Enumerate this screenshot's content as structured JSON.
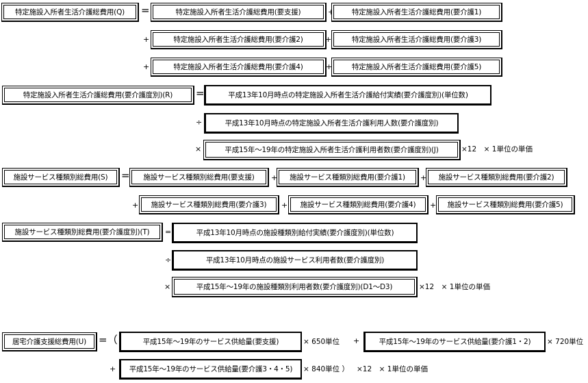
{
  "sectionQ": {
    "lhs": "特定施設入所者生活介護総費用(Q)",
    "eq": "=",
    "plus": "+",
    "terms": [
      "特定施設入所者生活介護総費用(要支援)",
      "特定施設入所者生活介護総費用(要介護1)",
      "特定施設入所者生活介護総費用(要介護2)",
      "特定施設入所者生活介護総費用(要介護3)",
      "特定施設入所者生活介護総費用(要介護4)",
      "特定施設入所者生活介護総費用(要介護5)"
    ]
  },
  "sectionR": {
    "lhs": "特定施設入所者生活介護総費用(要介護度別)(R)",
    "eq": "=",
    "div": "÷",
    "mul": "×",
    "numerator": "平成13年10月時点の特定施設入所者生活介護給付実績(要介護度別)(単位数)",
    "denominator": "平成13年10月時点の特定施設入所者生活介護利用人数(要介護度別)",
    "users": "平成15年～19年の特定施設入所者生活介護利用者数(要介護度別)(J)",
    "suffix": "×12　× 1単位の単価"
  },
  "sectionS": {
    "lhs": "施設サービス種類別総費用(S)",
    "eq": "=",
    "plus": "+",
    "terms": [
      "施設サービス種類別総費用(要支援)",
      "施設サービス種類別総費用(要介護1)",
      "施設サービス種類別総費用(要介護2)",
      "施設サービス種類別総費用(要介護3)",
      "施設サービス種類別総費用(要介護4)",
      "施設サービス種類別総費用(要介護5)"
    ]
  },
  "sectionT": {
    "lhs": "施設サービス種類別総費用(要介護度別)(T)",
    "eq": "=",
    "div": "÷",
    "mul": "×",
    "numerator": "平成13年10月時点の施設種類別給付実績(要介護度別)(単位数)",
    "denominator": "平成13年10月時点の施設サービス利用者数(要介護度別)",
    "users": "平成15年～19年の施設種類別利用者数(要介護度別)(D1～D3)",
    "suffix": "×12　× 1単位の単価"
  },
  "sectionU": {
    "lhs": "居宅介護支援総費用(U)",
    "eq_open": "=（",
    "plus": "+",
    "term1": "平成15年～19年のサービス供給量(要支援)",
    "term1_mult": "× 650単位",
    "term2": "平成15年～19年のサービス供給量(要介護1・2)",
    "term2_mult": "× 720単位",
    "term3": "平成15年～19年のサービス供給量(要介護3・4・5)",
    "term3_mult": "× 840単位 ）",
    "suffix": "×12　× 1単位の単価"
  }
}
